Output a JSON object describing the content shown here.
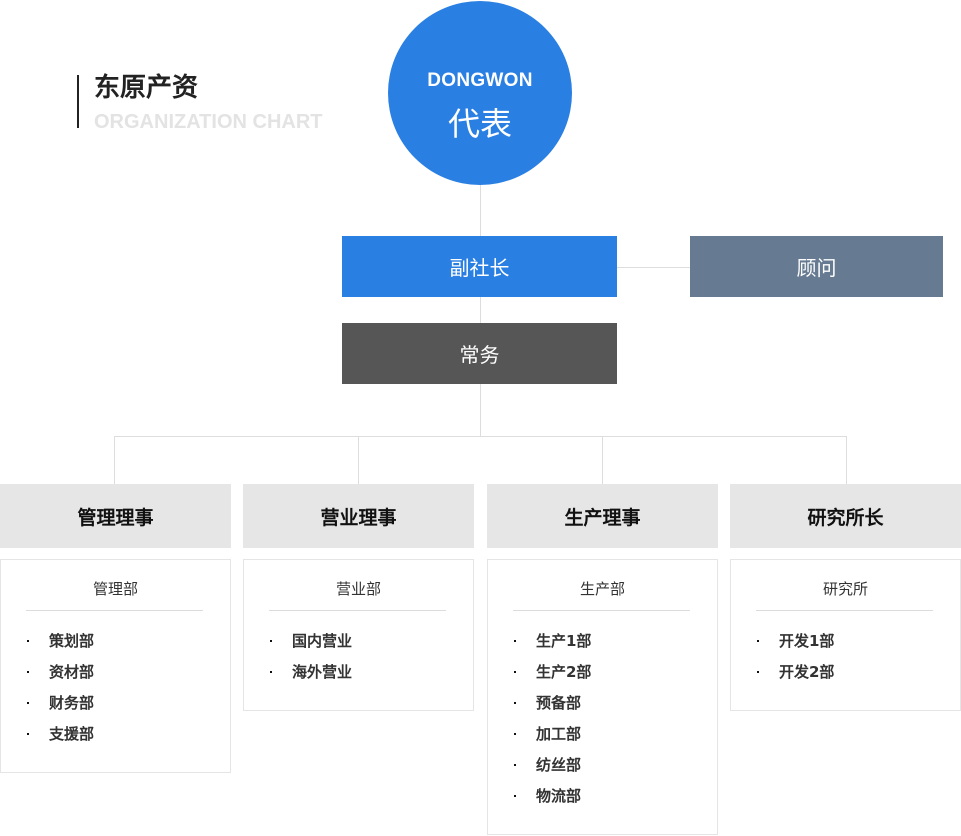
{
  "header": {
    "title": "东原产资",
    "subtitle": "ORGANIZATION CHART"
  },
  "ceo": {
    "company": "DONGWON",
    "title": "代表",
    "color": "#2a7fe3"
  },
  "vice_president": {
    "label": "副社长",
    "color": "#2a7fe3"
  },
  "advisor": {
    "label": "顾问",
    "color": "#667a91"
  },
  "executive_director": {
    "label": "常务",
    "color": "#565656"
  },
  "directors": [
    {
      "label": "管理理事",
      "department": "管理部",
      "units": [
        "策划部",
        "资材部",
        "财务部",
        "支援部"
      ]
    },
    {
      "label": "营业理事",
      "department": "营业部",
      "units": [
        "国内营业",
        "海外营业"
      ]
    },
    {
      "label": "生产理事",
      "department": "生产部",
      "units": [
        "生产1部",
        "生产2部",
        "预备部",
        "加工部",
        "纺丝部",
        "物流部"
      ]
    },
    {
      "label": "研究所长",
      "department": "研究所",
      "units": [
        "开发1部",
        "开发2部"
      ]
    }
  ],
  "colors": {
    "director_bg": "#e6e6e6",
    "line": "#dddddd",
    "border": "#e5e5e5"
  }
}
